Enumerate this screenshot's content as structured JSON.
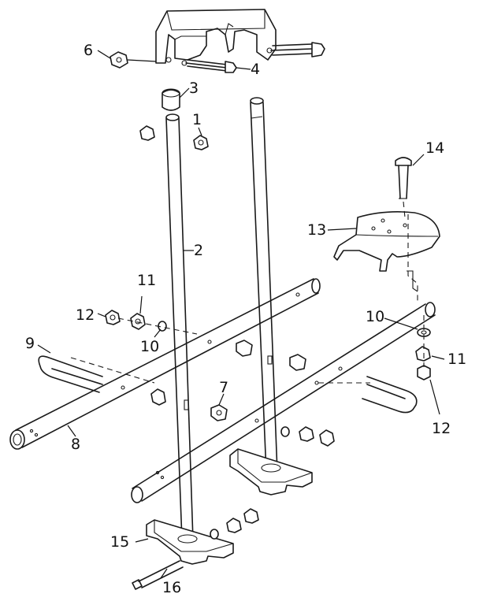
{
  "diagram": {
    "callouts": [
      {
        "id": "c1",
        "label": "1"
      },
      {
        "id": "c2",
        "label": "2"
      },
      {
        "id": "c3",
        "label": "3"
      },
      {
        "id": "c4",
        "label": "4"
      },
      {
        "id": "c6",
        "label": "6"
      },
      {
        "id": "c7",
        "label": "7"
      },
      {
        "id": "c8",
        "label": "8"
      },
      {
        "id": "c9",
        "label": "9"
      },
      {
        "id": "c10a",
        "label": "10"
      },
      {
        "id": "c10b",
        "label": "10"
      },
      {
        "id": "c11a",
        "label": "11"
      },
      {
        "id": "c11b",
        "label": "11"
      },
      {
        "id": "c12a",
        "label": "12"
      },
      {
        "id": "c12b",
        "label": "12"
      },
      {
        "id": "c13",
        "label": "13"
      },
      {
        "id": "c14",
        "label": "14"
      },
      {
        "id": "c15",
        "label": "15"
      },
      {
        "id": "c16",
        "label": "16"
      }
    ]
  }
}
